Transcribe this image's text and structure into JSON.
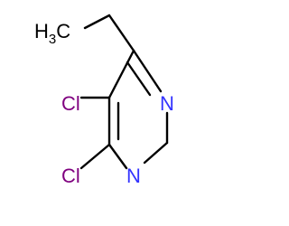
{
  "molecule": {
    "atoms": {
      "methyl": {
        "text": "H",
        "subscript": "3",
        "suffix": "C",
        "color": "#000000"
      },
      "n_ring_upper": {
        "text": "N",
        "color": "#3333ff"
      },
      "n_ring_lower": {
        "text": "N",
        "color": "#3333ff"
      },
      "cl_upper": {
        "text": "Cl",
        "color": "#7f007f"
      },
      "cl_lower": {
        "text": "Cl",
        "color": "#7f007f"
      }
    },
    "bond_color": "#000000"
  }
}
